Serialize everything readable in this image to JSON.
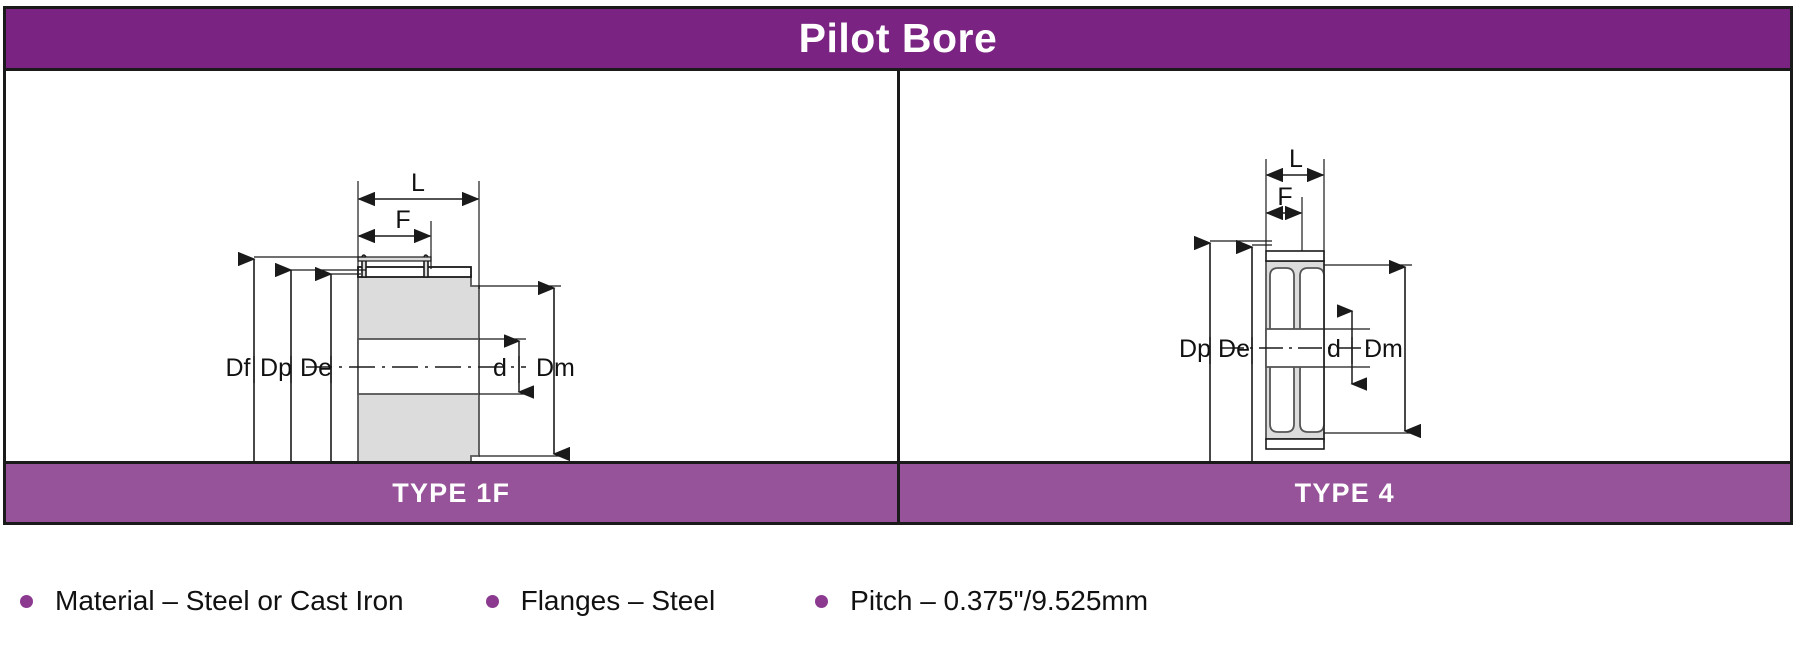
{
  "header": {
    "title": "Pilot Bore",
    "bg_color": "#7B2382",
    "text_color": "#FFFFFF"
  },
  "figures": [
    {
      "id": "type-1f",
      "type_label": "TYPE 1F",
      "band_color": "#96539A",
      "dimension_labels": [
        "Df",
        "Dp",
        "De",
        "L",
        "F",
        "d",
        "Dm"
      ],
      "description": "Cross-section of pilot bore timing pulley with flanges, taper hub"
    },
    {
      "id": "type-4",
      "type_label": "TYPE 4",
      "band_color": "#96539A",
      "dimension_labels": [
        "Dp",
        "De",
        "L",
        "F",
        "d",
        "Dm"
      ],
      "description": "Cross-section of pilot bore timing pulley with webbed body"
    }
  ],
  "diagram_text": {
    "df": "Df",
    "dp": "Dp",
    "de": "De",
    "dm": "Dm",
    "d": "d",
    "l": "L",
    "f": "F"
  },
  "bullets": [
    {
      "text": "Material – Steel or Cast Iron",
      "dot_color": "#8B3A8F"
    },
    {
      "text": "Flanges – Steel",
      "dot_color": "#8B3A8F"
    },
    {
      "text": "Pitch – 0.375\"/9.525mm",
      "dot_color": "#8B3A8F"
    }
  ],
  "colors": {
    "header_purple": "#7B2382",
    "band_purple": "#96539A",
    "border": "#1A1A1A",
    "metal_fill": "#DCDCDC",
    "line": "#1A1A1A"
  }
}
